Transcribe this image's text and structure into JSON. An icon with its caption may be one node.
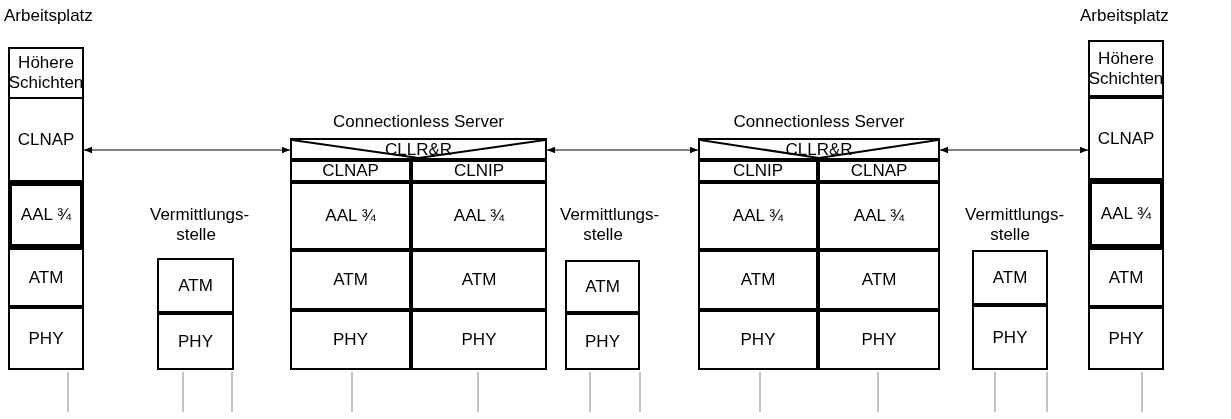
{
  "diagram": {
    "nodes": [
      {
        "text": [
          "Höhere Schichten"
        ]
      },
      {
        "text": [
          "CLNAP"
        ]
      },
      {
        "text": [
          "AAL ¾"
        ]
      },
      {
        "text": [
          "ATM"
        ]
      },
      {
        "text": [
          "PHY"
        ]
      },
      {
        "text": [
          "ATM"
        ]
      },
      {
        "text": [
          "PHY"
        ]
      },
      {
        "text": [
          "CLLR&R"
        ]
      },
      {
        "text": [
          "CLNAP"
        ]
      },
      {
        "text": [
          "CLNIP"
        ]
      },
      {
        "text": [
          "AAL ¾"
        ]
      },
      {
        "text": [
          "AAL ¾"
        ]
      },
      {
        "text": [
          "ATM"
        ]
      },
      {
        "text": [
          "ATM"
        ]
      },
      {
        "text": [
          "PHY"
        ]
      },
      {
        "text": [
          "PHY"
        ]
      },
      {
        "text": [
          "ATM"
        ]
      },
      {
        "text": [
          "PHY"
        ]
      },
      {
        "text": [
          "CLLR&R"
        ]
      },
      {
        "text": [
          "CLNIP"
        ]
      },
      {
        "text": [
          "CLNAP"
        ]
      },
      {
        "text": [
          "AAL ¾"
        ]
      },
      {
        "text": [
          "AAL ¾"
        ]
      },
      {
        "text": [
          "ATM"
        ]
      },
      {
        "text": [
          "ATM"
        ]
      },
      {
        "text": [
          "PHY"
        ]
      },
      {
        "text": [
          "PHY"
        ]
      },
      {
        "text": [
          "ATM"
        ]
      },
      {
        "text": [
          "PHY"
        ]
      },
      {
        "text": [
          "Höhere Schichten"
        ]
      },
      {
        "text": [
          "CLNAP"
        ]
      },
      {
        "text": [
          "AAL ¾"
        ]
      },
      {
        "text": [
          "ATM"
        ]
      },
      {
        "text": [
          "PHY"
        ]
      }
    ],
    "edges": [
      {
        "from": 1,
        "to": 8,
        "arrow": "both"
      },
      {
        "from": 9,
        "to": 19,
        "arrow": "both"
      },
      {
        "from": 20,
        "to": 30,
        "arrow": "both"
      }
    ],
    "labels": [
      "Arbeitsplatz",
      "Arbeitsplatz",
      "Connectionless Server",
      "Connectionless Server",
      "Vermittlungs- stelle",
      "Vermittlungs- stelle",
      "Vermittlungs- stelle"
    ]
  }
}
